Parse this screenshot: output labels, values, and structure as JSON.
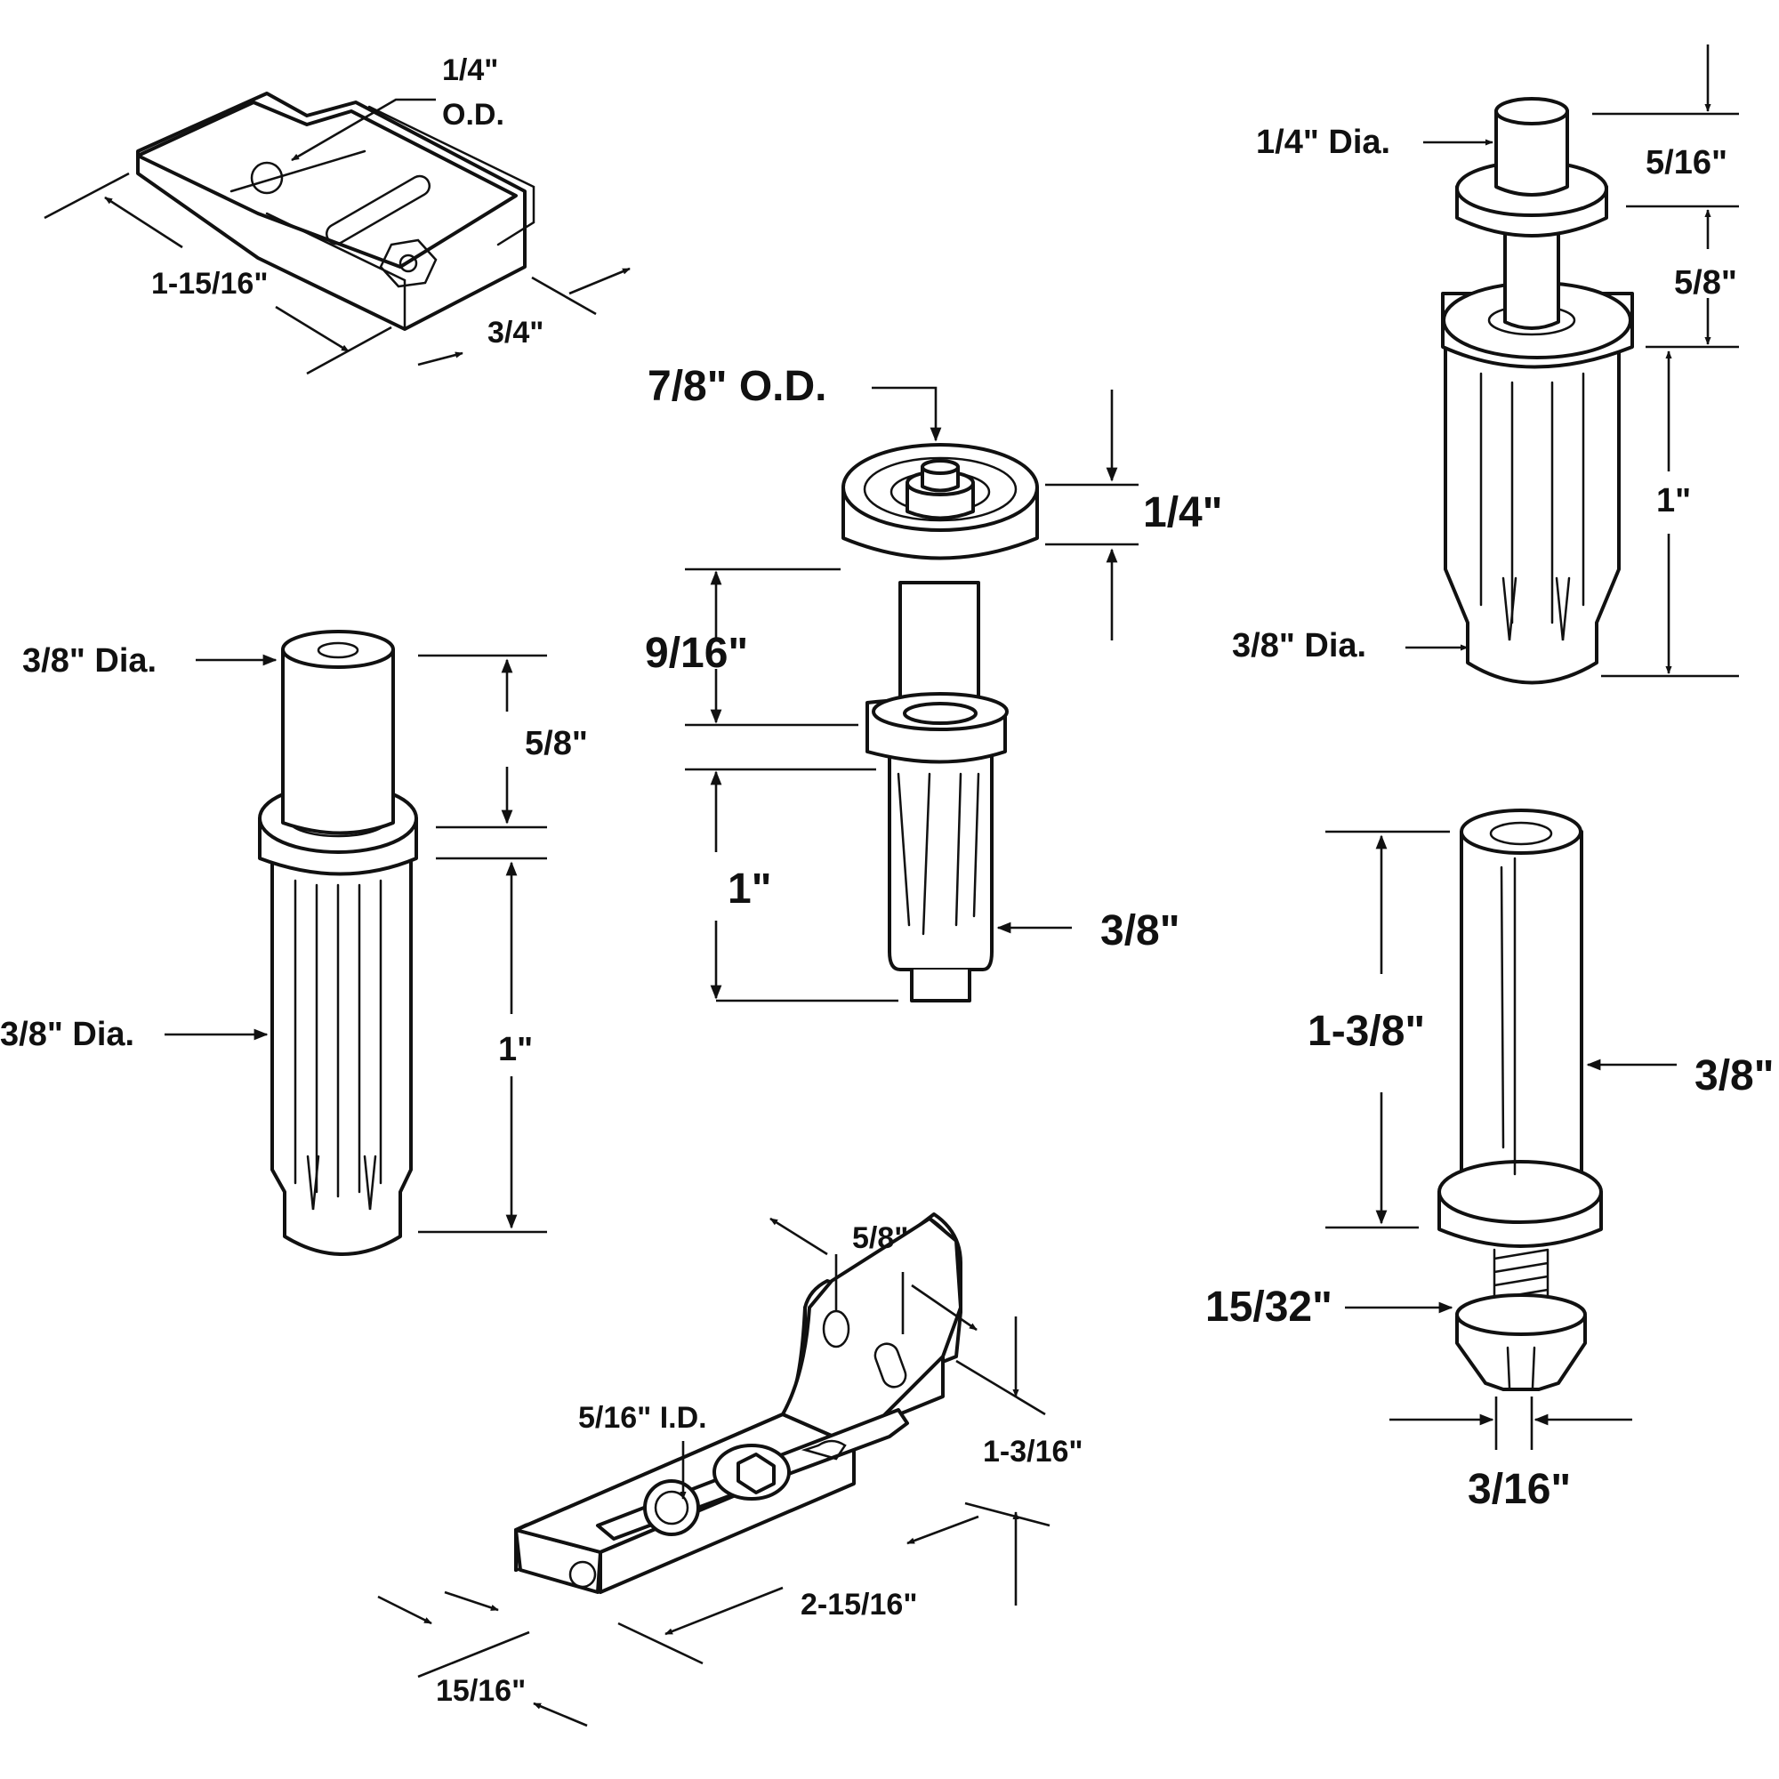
{
  "labels": {
    "bracket_od": [
      "1/4\"",
      "O.D."
    ],
    "bracket_length": "1-15/16\"",
    "bracket_width": "3/4\"",
    "roller_od": "7/8\" O.D.",
    "roller_thickness": "1/4\"",
    "roller_stem": "9/16\"",
    "roller_body": "1\"",
    "roller_dia": "3/8\"",
    "tr_top_dia": "1/4\" Dia.",
    "tr_top_len": "5/16\"",
    "tr_neck": "5/8\"",
    "tr_body": "1\"",
    "tr_dia": "3/8\" Dia.",
    "left_top_dia": "3/8\" Dia.",
    "left_top_len": "5/8\"",
    "left_body_dia": "3/8\" Dia.",
    "left_body_len": "1\"",
    "right_len": "1-3/8\"",
    "right_dia": "3/8\"",
    "right_tip": "15/32\"",
    "right_tip_dia": "3/16\"",
    "lb_slot": "5/8\"",
    "lb_id": "5/16\" I.D.",
    "lb_height": "1-3/16\"",
    "lb_length": "2-15/16\"",
    "lb_width": "15/16\""
  }
}
